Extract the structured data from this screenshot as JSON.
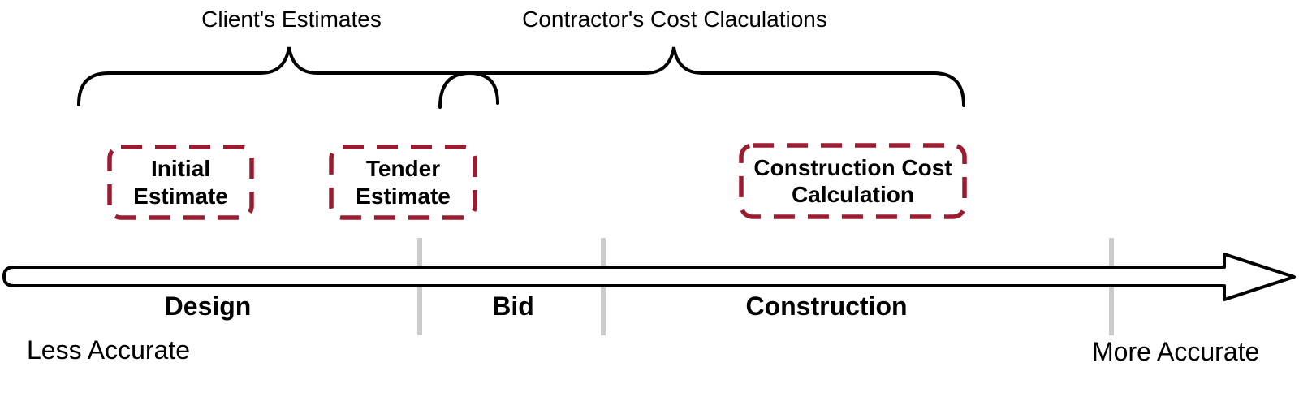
{
  "diagram": {
    "titles": {
      "client": "Client's Estimates",
      "contractor": "Contractor's Cost Claculations"
    },
    "boxes": [
      {
        "label": "Initial\nEstimate"
      },
      {
        "label": "Tender\nEstimate"
      },
      {
        "label": "Construction Cost\nCalculation"
      }
    ],
    "phases": [
      {
        "label": "Design"
      },
      {
        "label": "Bid"
      },
      {
        "label": "Construction"
      }
    ],
    "axis": {
      "left_label": "Less Accurate",
      "right_label": "More Accurate"
    },
    "colors": {
      "box_border": "#9B1B30",
      "tick": "#CCCCCC",
      "line": "#000000"
    }
  }
}
